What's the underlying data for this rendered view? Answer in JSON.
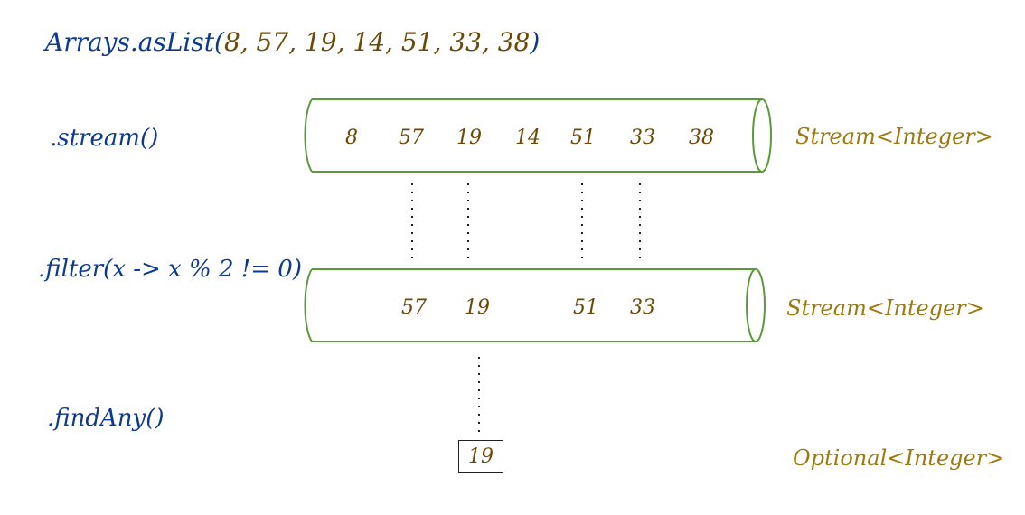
{
  "source": {
    "prefix": "Arrays.asList(",
    "args": "8, 57, 19, 14, 51, 33, 38",
    "suffix": ")"
  },
  "operations": {
    "stream": ".stream()",
    "filter": ".filter(x -> x % 2 != 0)",
    "find_any": ".findAny()"
  },
  "stream_values": [
    "8",
    "57",
    "19",
    "14",
    "51",
    "33",
    "38"
  ],
  "filtered_values": [
    "57",
    "19",
    "51",
    "33"
  ],
  "result_value": "19",
  "types": {
    "stream_1": "Stream<Integer>",
    "stream_2": "Stream<Integer>",
    "optional": "Optional<Integer>"
  },
  "colors": {
    "code": "#0d3a8c",
    "type": "#9c7a0f",
    "value": "#6b4a06",
    "pipe": "#5a9a3a"
  }
}
